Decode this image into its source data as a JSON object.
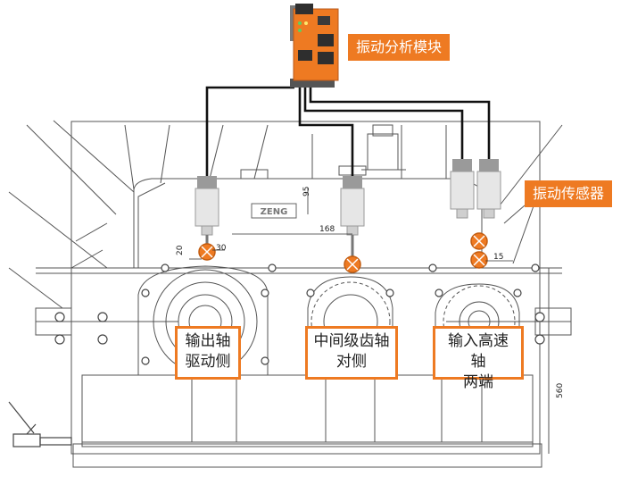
{
  "colors": {
    "accent": "#ee7a22",
    "cable": "#111111",
    "line": "#555555",
    "sensor_body": "#e6e6e6"
  },
  "callouts": {
    "module": "振动分析模块",
    "sensor": "振动传感器"
  },
  "positions": {
    "output": {
      "line1": "输出轴",
      "line2": "驱动侧"
    },
    "intermediate": {
      "line1": "中间级齿轴",
      "line2": "对侧"
    },
    "input": {
      "line1": "输入高速轴",
      "line2": "两端"
    }
  },
  "drawing": {
    "dims": [
      "20",
      "30",
      "95",
      "168",
      "15",
      "560"
    ],
    "brand_mark": "ZENG"
  }
}
